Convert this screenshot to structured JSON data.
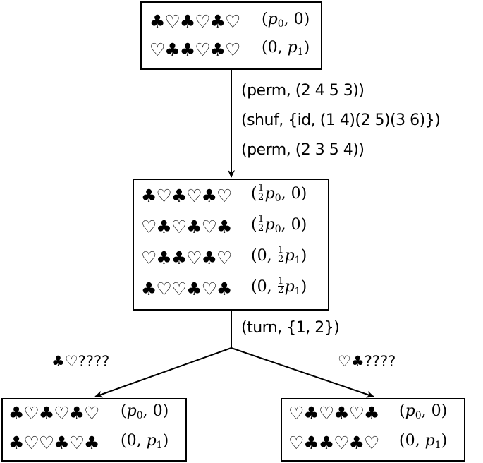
{
  "root": {
    "rows": [
      {
        "cards": "♣♡♣♡♣♡",
        "p1": "p",
        "s1": "0",
        "sep": ", ",
        "p2": "0"
      },
      {
        "cards": "♡♣♣♡♣♡",
        "p1": "0",
        "sep": ", ",
        "p2": "p",
        "s2": "1"
      }
    ]
  },
  "ops": [
    {
      "name": "perm",
      "arg": "(2 4 5 3)"
    },
    {
      "name": "shuf",
      "arg": "{id, (1 4)(2 5)(3 6)}"
    },
    {
      "name": "perm",
      "arg": "(2 3 5 4)"
    }
  ],
  "middle": {
    "rows": [
      {
        "cards": "♣♡♣♡♣♡"
      },
      {
        "cards": "♡♣♡♣♡♣"
      },
      {
        "cards": "♡♣♣♡♣♡"
      },
      {
        "cards": "♣♡♡♣♡♣"
      }
    ],
    "half_num": "1",
    "half_den": "2"
  },
  "turn": {
    "name": "turn",
    "arg": "{1, 2}"
  },
  "branches": {
    "left_label": "♣♡????",
    "right_label": "♡♣????"
  },
  "left_leaf": {
    "rows": [
      {
        "cards": "♣♡♣♡♣♡"
      },
      {
        "cards": "♣♡♡♣♡♣"
      }
    ]
  },
  "right_leaf": {
    "rows": [
      {
        "cards": "♡♣♡♣♡♣"
      },
      {
        "cards": "♡♣♣♡♣♡"
      }
    ]
  },
  "prob_text": {
    "p": "p",
    "zero": "0",
    "sub0": "0",
    "sub1": "1",
    "open": "(",
    "comma": ", ",
    "close": ")"
  }
}
